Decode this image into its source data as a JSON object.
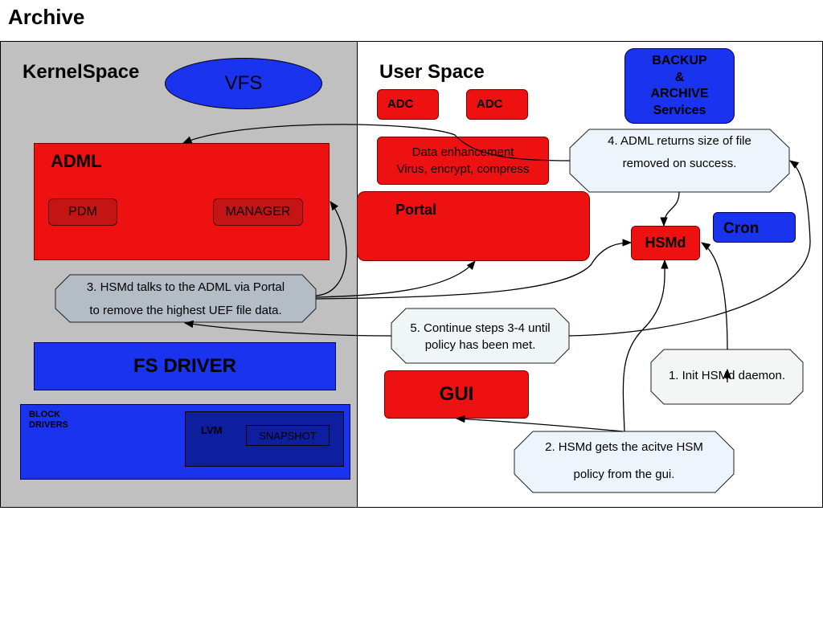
{
  "title": "Archive",
  "kernel": {
    "heading": "KernelSpace",
    "vfs": "VFS",
    "adml": {
      "label": "ADML",
      "pdm": "PDM",
      "manager": "MANAGER"
    },
    "fs_driver": "FS DRIVER",
    "block_drivers": {
      "line1": "BLOCK",
      "line2": "DRIVERS"
    },
    "lvm": "LVM",
    "snapshot": "SNAPSHOT"
  },
  "user": {
    "heading": "User Space",
    "adc1": "ADC",
    "adc2": "ADC",
    "backup": {
      "line1": "BACKUP",
      "line2": "&",
      "line3": "ARCHIVE",
      "line4": "Services"
    },
    "data_enh": {
      "line1": "Data enhancement",
      "line2": "Virus, encrypt, compress"
    },
    "portal": "Portal",
    "hsmd": "HSMd",
    "cron": "Cron",
    "gui": "GUI"
  },
  "notes": {
    "step1": "1. Init HSMd daemon.",
    "step2": {
      "line1": "2. HSMd gets the acitve HSM",
      "line2": "policy from the gui."
    },
    "step3": {
      "line1": "3. HSMd talks to the ADML via Portal",
      "line2": "to remove the highest UEF file data."
    },
    "step4": {
      "line1": "4. ADML returns size of file",
      "line2": "removed on success."
    },
    "step5": {
      "line1": "5. Continue steps 3-4 until",
      "line2": "policy has been met."
    }
  },
  "colors": {
    "kernel_bg": "#c0c0c0",
    "red": "#ee1111",
    "blue": "#1a33ee",
    "note_fill": "#eef4fb"
  }
}
